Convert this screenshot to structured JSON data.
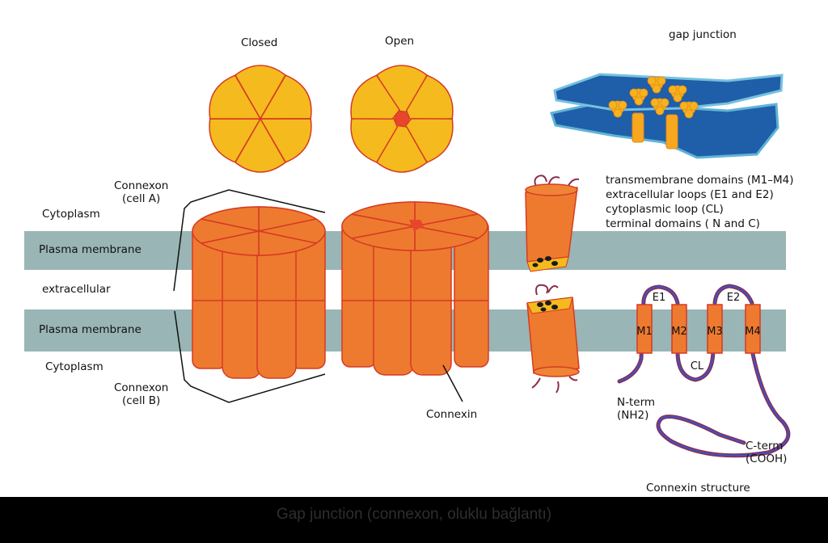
{
  "labels": {
    "closed": "Closed",
    "open": "Open",
    "gap_junction": "gap junction",
    "connexon_a": "Connexon\n(cell A)",
    "connexon_b": "Connexon\n(cell B)",
    "cytoplasm_top": "Cytoplasm",
    "cytoplasm_bottom": "Cytoplasm",
    "plasma_membrane_top": "Plasma membrane",
    "plasma_membrane_bottom": "Plasma membrane",
    "extracellular": "extracellular",
    "connexin": "Connexin",
    "connexin_structure": "Connexin structure",
    "n_term": "N-term\n(NH2)",
    "c_term": "C-term\n(COOH)",
    "m1": "M1",
    "m2": "M2",
    "m3": "M3",
    "m4": "M4",
    "e1": "E1",
    "e2": "E2",
    "cl": "CL"
  },
  "legend": [
    "transmembrane domains (M1–M4)",
    "extracellular loops (E1 and E2)",
    "cytoplasmic loop (CL)",
    "terminal domains ( N and C)"
  ],
  "caption": "Gap junction (connexon, oluklu bağlantı)",
  "colors": {
    "membrane": "#99b5b5",
    "connexon": "#ee7a30",
    "connexon_outline": "#d53b22",
    "flower": "#f5ba1e",
    "gap_plate": "#1f5ea8",
    "chain_outer": "#8d2d4e",
    "chain_inner": "#3b55c9"
  }
}
